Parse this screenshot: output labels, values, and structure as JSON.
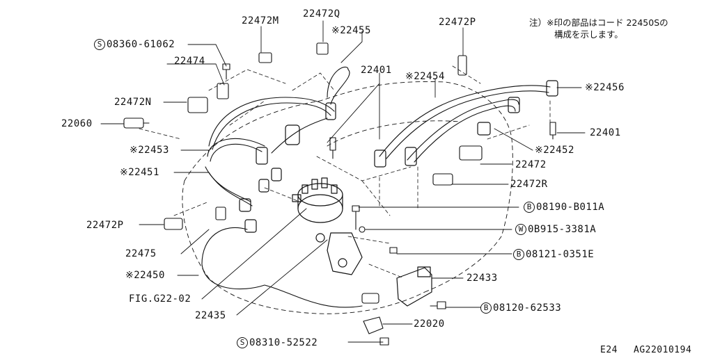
{
  "note": {
    "line1": "注）※印の部品はコード 22450Sの",
    "line2": "構成を示します。"
  },
  "labels": {
    "p22472M": "22472M",
    "p22472Q": "22472Q",
    "p22455": "※22455",
    "p22472P_top": "22472P",
    "p08360": "08360-61062",
    "p22474": "22474",
    "p22401_top": "22401",
    "p22454": "※22454",
    "p22456": "※22456",
    "p22472N": "22472N",
    "p22060": "22060",
    "p22401_right": "22401",
    "p22453": "※22453",
    "p22452": "※22452",
    "p22472": "22472",
    "p22451": "※22451",
    "p22472R": "22472R",
    "p08190": "08190-B011A",
    "p22472P_left": "22472P",
    "p08915": "0B915-3381A",
    "p22475": "22475",
    "p08121": "08121-0351E",
    "p22450": "※22450",
    "p22433": "22433",
    "pfig": "FIG.G22-02",
    "p08120": "08120-62533",
    "p22435": "22435",
    "p22020": "22020",
    "p08310": "08310-52522"
  },
  "prefix_marks": {
    "S": "S",
    "B": "B",
    "W": "W"
  },
  "footer": {
    "page": "E24",
    "code": "AG22010194"
  }
}
